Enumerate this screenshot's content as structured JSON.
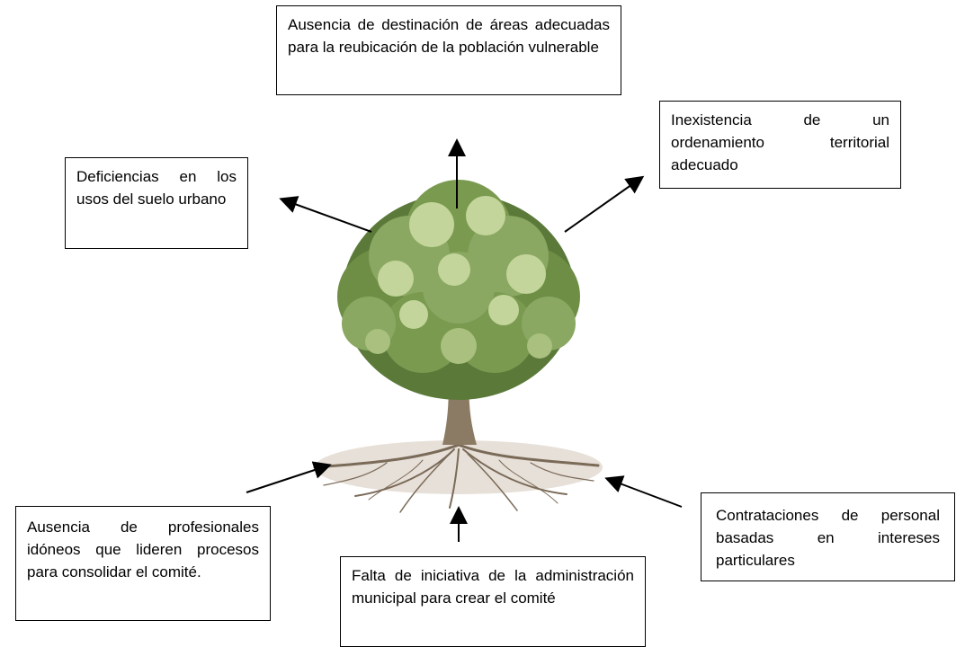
{
  "diagram": {
    "colors": {
      "foliage_dark": "#5b7a3a",
      "foliage_mid": "#8aa862",
      "foliage_light": "#c3d59a",
      "trunk": "#8c7b64",
      "roots": "#7a6a58",
      "soil": "#c9bba8",
      "line": "#000000"
    },
    "boxes": {
      "top": "Ausencia de destinación de áreas adecuadas para la reubicación de la población vulnerable",
      "top_left": "Deficiencias en los usos del suelo urbano",
      "top_right": "Inexistencia de un ordenamiento territorial adecuado",
      "bottom_left": "Ausencia de profesionales idóneos que lideren procesos para consolidar el comité.",
      "bottom_center": "Falta de iniciativa de la administración municipal para crear el comité",
      "bottom_right": "Contrataciones de personal basadas en intereses particulares"
    }
  }
}
